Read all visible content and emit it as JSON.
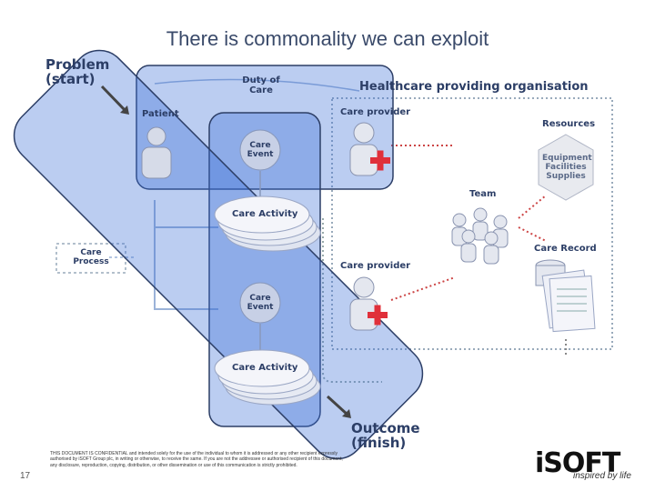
{
  "slide": {
    "title": "There is commonality we can exploit",
    "page_number": "17"
  },
  "diagram": {
    "problem": "Problem",
    "problem_sub": "(start)",
    "outcome": "Outcome",
    "outcome_sub": "(finish)",
    "duty_of_care_1": "Duty of",
    "duty_of_care_2": "Care",
    "org_title": "Healthcare providing organisation",
    "patient": "Patient",
    "care_provider_top": "Care provider",
    "care_provider_bottom": "Care provider",
    "resources": "Resources",
    "resources_items_1": "Equipment",
    "resources_items_2": "Facilities",
    "resources_items_3": "Supplies",
    "team": "Team",
    "care_record": "Care Record",
    "care_event_top_1": "Care",
    "care_event_top_2": "Event",
    "care_event_bottom_1": "Care",
    "care_event_bottom_2": "Event",
    "care_activity_top": "Care Activity",
    "care_activity_bottom": "Care Activity",
    "care_process_1": "Care",
    "care_process_2": "Process"
  },
  "footer": {
    "disclaimer": "THIS DOCUMENT IS CONFIDENTIAL and intended solely for the use of the individual to whom it is addressed or any other recipient expressly authorised by iSOFT Group plc, in writing or otherwise, to receive the same. If you are not the addressee or authorised recipient of this document, any disclosure, reproduction, copying, distribution, or other dissemination or use of this communication is strictly prohibited.",
    "logo": "iSOFT",
    "tagline": "inspired by life"
  },
  "colors": {
    "accent_red": "#e0303a",
    "band_blue": "#3b6fd8",
    "text_navy": "#2c3e66"
  }
}
